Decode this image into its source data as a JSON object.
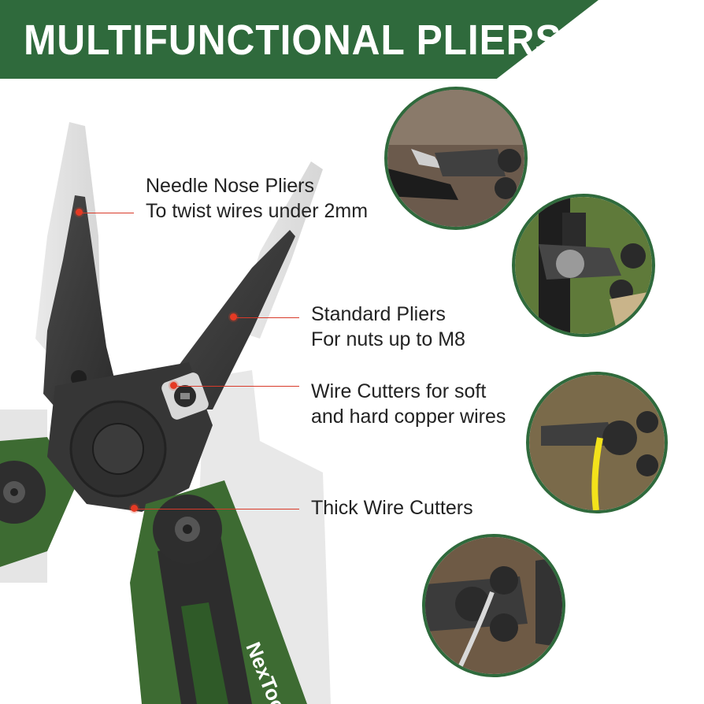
{
  "banner": {
    "title": "MULTIFUNCTIONAL PLIERS",
    "color": "#2f6a3c"
  },
  "product": {
    "brand_mark": "NexTool",
    "handle_color": "#3d6b32",
    "steel_color": "#3a3a3a"
  },
  "callouts": [
    {
      "line1": "Needle Nose Pliers",
      "line2": "To twist wires under 2mm"
    },
    {
      "line1": "Standard Pliers",
      "line2": "For nuts up to M8"
    },
    {
      "line1": "Wire Cutters for soft",
      "line2": "and hard copper wires"
    },
    {
      "line1": "Thick Wire Cutters",
      "line2": ""
    }
  ],
  "accent_color": "#e53a24",
  "photos": [
    {
      "icon": "pliers-twisting-wire-photo"
    },
    {
      "icon": "pliers-gripping-nut-photo"
    },
    {
      "icon": "pliers-cutting-yellow-wire-photo"
    },
    {
      "icon": "pliers-cutting-thick-wire-photo"
    }
  ]
}
